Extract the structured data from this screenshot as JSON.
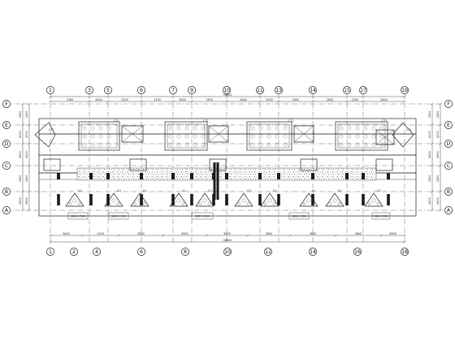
{
  "axes_top": [
    "1",
    "3",
    "5",
    "6",
    "7",
    "9",
    "10",
    "11",
    "13",
    "14",
    "15",
    "17",
    "19"
  ],
  "axes_bottom": [
    "1",
    "2",
    "4",
    "6",
    "8",
    "10",
    "12",
    "14",
    "16",
    "18"
  ],
  "axes_left": [
    "F",
    "E",
    "D",
    "C",
    "B",
    "A"
  ],
  "axes_right": [
    "F",
    "E",
    "D",
    "C",
    "B",
    "A"
  ],
  "dims_top_segments": [
    "2360",
    "4400",
    "3200",
    "3100",
    "3600",
    "1900",
    "2800",
    "3400",
    "3400",
    "2800",
    "1900",
    "3600",
    "3100",
    "3200",
    "4400",
    "2360"
  ],
  "dims_top_total": "54800",
  "dims_bottom_segments": [
    "3600",
    "1200",
    "3800",
    "3800",
    "3800",
    "3800",
    "3800",
    "3800",
    "3800",
    "3800",
    "3800",
    "3800",
    "3600"
  ],
  "dims_bottom_total": "54800",
  "dims_left": [
    "1600",
    "4000",
    "3800",
    "1800",
    "3600"
  ],
  "dims_right": [
    "1600",
    "4000",
    "3800",
    "1800",
    "3600"
  ],
  "labels": {
    "jl": [
      "JL2",
      "JL2",
      "JL1",
      "JL1",
      "JL3",
      "JL3",
      "JL1",
      "JL1",
      "JL2",
      "JL2"
    ],
    "cap": [
      "CT1",
      "CT2",
      "CT1",
      "CT2",
      "CT1",
      "CT2",
      "CT1",
      "CT2",
      "CT1",
      "CT2"
    ],
    "bottom_blocks": [
      "2800 2500",
      "3600 2500",
      "2800 2500",
      "3600 2500",
      "2800 2500"
    ]
  }
}
